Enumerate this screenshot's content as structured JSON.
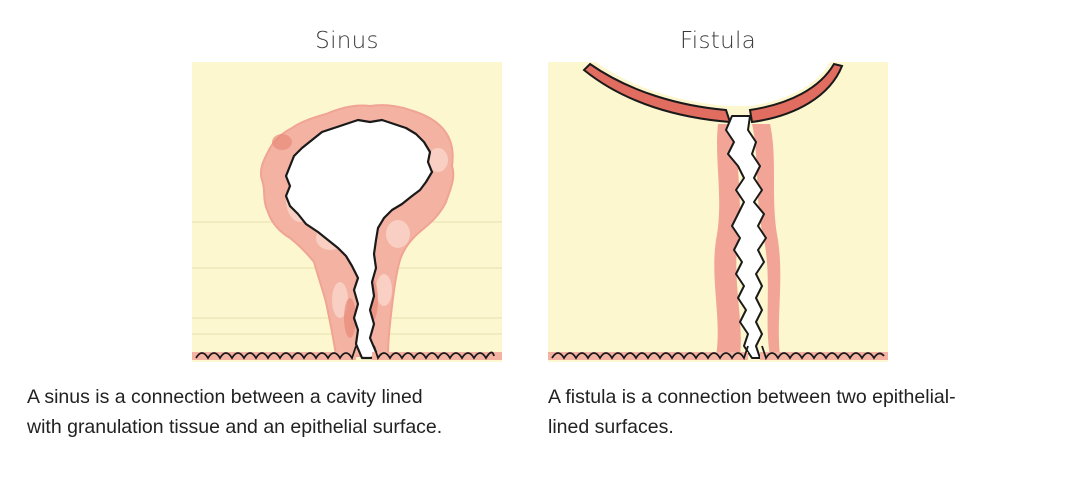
{
  "panels": {
    "sinus": {
      "title": "Sinus",
      "caption_line1": "A sinus is a connection between a cavity lined",
      "caption_line2": "with granulation tissue and an epithelial surface."
    },
    "fistula": {
      "title": "Fistula",
      "caption_line1": "A fistula is a connection between two epithelial-",
      "caption_line2": "lined surfaces."
    }
  },
  "colors": {
    "tissue": "#fdf7cf",
    "granulation": "#f2a596",
    "granulation_light": "#f8cfc2",
    "epithelium": "#e06d5f",
    "outline": "#1a1a1a"
  }
}
